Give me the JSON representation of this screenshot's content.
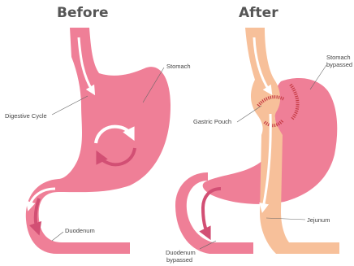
{
  "titles": {
    "before": "Before",
    "after": "After"
  },
  "labels": {
    "stomach": "Stomach",
    "digestive_cycle": "Digestive Cycle",
    "duodenum": "Duodenum",
    "stomach_bypassed_1": "Stomach",
    "stomach_bypassed_2": "bypassed",
    "gastric_pouch": "Gastric Pouch",
    "jejunum": "Jejunum",
    "duodenum_bypassed_1": "Duodenum",
    "duodenum_bypassed_2": "bypassed"
  },
  "colors": {
    "stomach_pink": "#ef7f97",
    "stomach_dark": "#d24f74",
    "intestine_peach": "#f7c09a",
    "staple_line": "#c53a43",
    "arrow_white": "#ffffff",
    "title_gray": "#555555"
  }
}
